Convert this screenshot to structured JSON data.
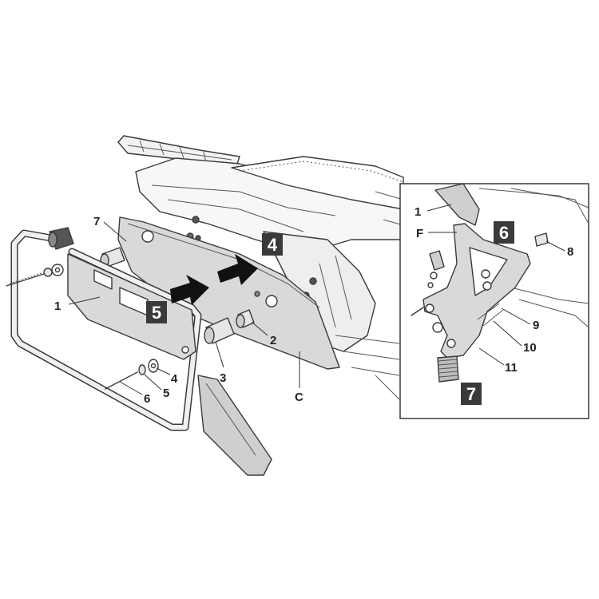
{
  "callouts": {
    "main_1": "1",
    "main_2": "2",
    "main_3": "3",
    "main_4": "4",
    "main_5": "5",
    "main_6": "6",
    "main_7": "7",
    "main_c": "C",
    "detail_1": "1",
    "detail_f": "F",
    "detail_8": "8",
    "detail_9": "9",
    "detail_10": "10",
    "detail_11": "11"
  },
  "steps": {
    "step_4": "4",
    "step_5": "5",
    "step_6": "6",
    "step_7": "7"
  },
  "colors": {
    "step_box": "#3a3a3a",
    "part_fill": "#d9d9d9",
    "line": "#3a3a3a",
    "arrow": "#111111"
  }
}
